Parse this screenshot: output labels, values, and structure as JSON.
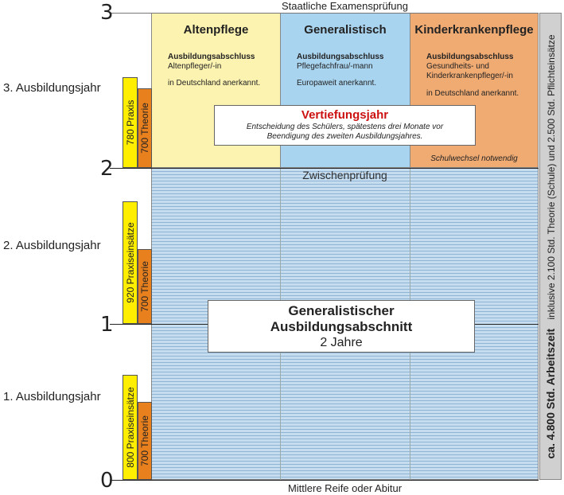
{
  "axis": {
    "ticks": [
      "3",
      "2",
      "1",
      "0"
    ],
    "top_label": "Staatliche Examensprüfung",
    "bottom_label": "Mittlere Reife oder Abitur",
    "mid_label": "Zwischenprüfung"
  },
  "years": [
    {
      "label": "3. Ausbildungsjahr",
      "praxis": "780 Praxis",
      "theorie": "700 Theorie"
    },
    {
      "label": "2. Ausbildungsjahr",
      "praxis": "920 Praxiseinsätze",
      "theorie": "700 Theorie"
    },
    {
      "label": "1. Ausbildungsjahr",
      "praxis": "800 Praxiseinsätze",
      "theorie": "700 Theorie"
    }
  ],
  "columns": [
    {
      "title": "Altenpflege",
      "heading": "Ausbildungsabschluss",
      "line1": "Altenpfleger/-in",
      "line2": "",
      "recog": "in Deutschland anerkannt.",
      "color": "#fcf3b0"
    },
    {
      "title": "Generalistisch",
      "heading": "Ausbildungsabschluss",
      "line1": "Pflegefachfrau/-mann",
      "line2": "",
      "recog": "Europaweit anerkannt.",
      "color": "#a9d4f0"
    },
    {
      "title": "Kinderkrankenpflege",
      "heading": "Ausbildungsabschluss",
      "line1": "Gesundheits- und",
      "line2": "Kinderkrankenpfleger/-in",
      "recog": "in Deutschland anerkannt.",
      "color": "#f0ab73"
    }
  ],
  "school_change": "Schulwechsel notwendig",
  "vertiefung": {
    "title": "Vertiefungsjahr",
    "text1": "Entscheidung des Schülers, spätestens drei Monate vor",
    "text2": "Beendigung des zweiten Ausbildungsjahres.",
    "title_color": "#cc1111"
  },
  "general": {
    "line1": "Generalistischer",
    "line2": "Ausbildungsabschnitt",
    "line3": "2 Jahre"
  },
  "right_bar": {
    "bold": "ca. 4.800 Std. Arbeitszeit",
    "detail": "inklusive 2.100 Std. Theorie (Schule) und 2.500 Std. Pflichteinsätze"
  }
}
